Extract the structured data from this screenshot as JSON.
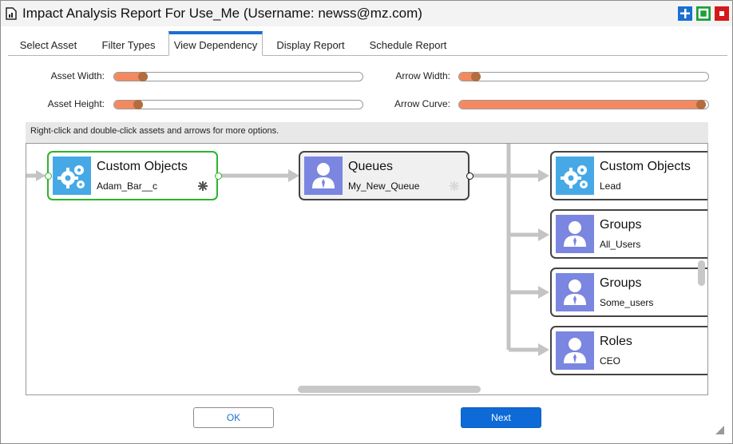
{
  "window": {
    "title": "Impact Analysis Report For Use_Me (Username: newss@mz.com)"
  },
  "tabs": [
    {
      "label": "Select Asset"
    },
    {
      "label": "Filter Types"
    },
    {
      "label": "View Dependency",
      "active": true
    },
    {
      "label": "Display Report"
    },
    {
      "label": "Schedule Report"
    }
  ],
  "controls": {
    "asset_width": {
      "label": "Asset Width:",
      "value": 0.1
    },
    "asset_height": {
      "label": "Asset Height:",
      "value": 0.08
    },
    "arrow_width": {
      "label": "Arrow Width:",
      "value": 0.05
    },
    "arrow_curve": {
      "label": "Arrow Curve:",
      "value": 0.99
    }
  },
  "hint": "Right-click and double-click assets and arrows for more options.",
  "nodes": [
    {
      "title": "Custom Objects",
      "subtitle": "Adam_Bar__c",
      "icon": "gear-icon"
    },
    {
      "title": "Queues",
      "subtitle": "My_New_Queue",
      "icon": "person-icon"
    },
    {
      "title": "Custom Objects",
      "subtitle": "Lead",
      "icon": "gear-icon"
    },
    {
      "title": "Groups",
      "subtitle": "All_Users",
      "icon": "person-icon"
    },
    {
      "title": "Groups",
      "subtitle": "Some_users",
      "icon": "person-icon"
    },
    {
      "title": "Roles",
      "subtitle": "CEO",
      "icon": "person-icon"
    }
  ],
  "buttons": {
    "ok": "OK",
    "next": "Next"
  },
  "colors": {
    "accent": "#1a6fd0",
    "slider_fill": "#f4895f",
    "selected_border": "#2bb52b",
    "gear_tile": "#46a9e6",
    "person_tile": "#7a86e0"
  }
}
